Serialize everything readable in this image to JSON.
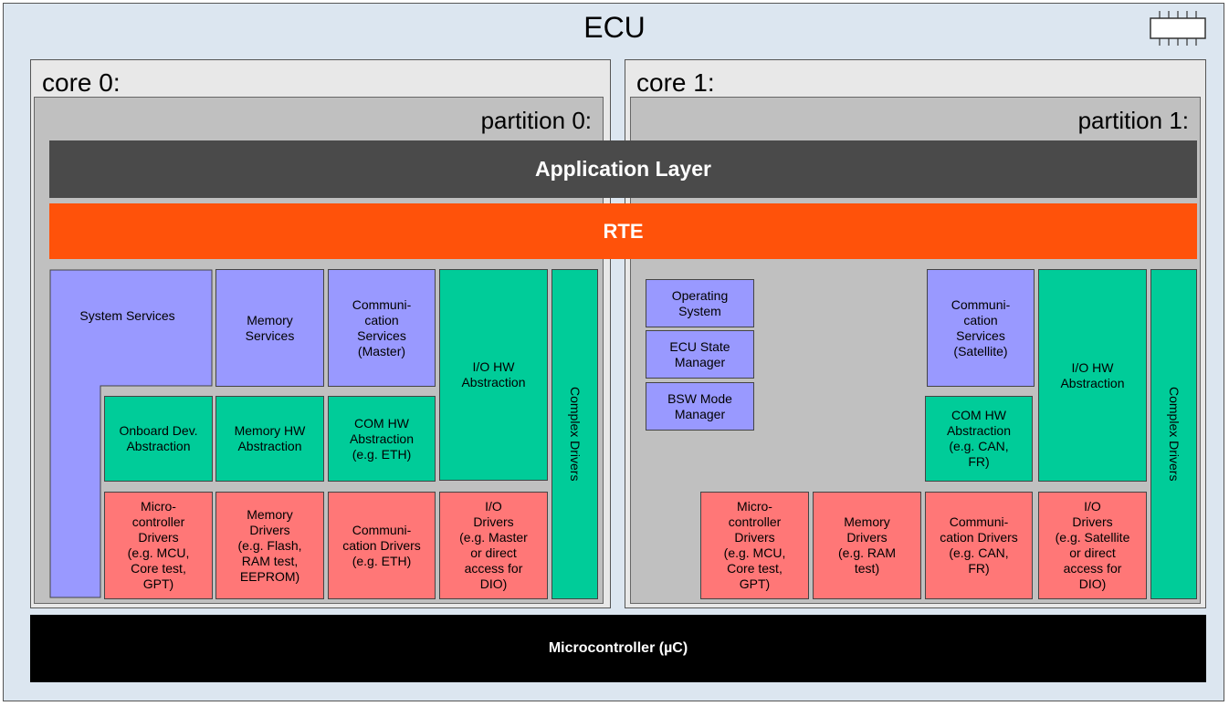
{
  "title": "ECU",
  "core0": {
    "title": "core 0:",
    "partition": "partition 0:"
  },
  "core1": {
    "title": "core 1:",
    "partition": "partition 1:"
  },
  "app_layer": "Application Layer",
  "rte": "RTE",
  "core0_boxes": {
    "system_services": "System Services",
    "memory_services": "Memory\nServices",
    "comm_services": "Communi-\ncation\nServices\n(Master)",
    "io_hw_abstraction": "I/O HW\nAbstraction",
    "complex_drivers": "Complex Drivers",
    "onboard_dev": "Onboard Dev.\nAbstraction",
    "memory_hw": "Memory HW\nAbstraction",
    "com_hw": "COM HW\nAbstraction\n(e.g. ETH)",
    "mcu_drivers": "Micro-\ncontroller\nDrivers\n(e.g. MCU,\nCore test,\nGPT)",
    "memory_drivers": "Memory\nDrivers\n(e.g. Flash,\nRAM test,\nEEPROM)",
    "comm_drivers": "Communi-\ncation Drivers\n(e.g. ETH)",
    "io_drivers": "I/O\nDrivers\n(e.g. Master\nor direct\naccess for\nDIO)"
  },
  "core1_boxes": {
    "os": "Operating\nSystem",
    "ecu_state": "ECU State\nManager",
    "bsw_mode": "BSW Mode\nManager",
    "comm_services": "Communi-\ncation\nServices\n(Satellite)",
    "io_hw_abstraction": "I/O HW\nAbstraction",
    "complex_drivers": "Complex Drivers",
    "com_hw": "COM HW\nAbstraction\n(e.g. CAN,\nFR)",
    "mcu_drivers": "Micro-\ncontroller\nDrivers\n(e.g. MCU,\nCore test,\nGPT)",
    "memory_drivers": "Memory\nDrivers\n(e.g. RAM\ntest)",
    "comm_drivers": "Communi-\ncation Drivers\n(e.g. CAN,\nFR)",
    "io_drivers": "I/O\nDrivers\n(e.g. Satellite\nor direct\naccess for\nDIO)"
  },
  "microcontroller": "Microcontroller (µC)",
  "colors": {
    "ecu_bg": "#dce6f0",
    "core_bg": "#e8e8e8",
    "partition_bg": "#c0c0c0",
    "app_layer": "#4a4a4a",
    "rte": "#ff520a",
    "services": "#9999ff",
    "hw_abstraction": "#00cc99",
    "drivers": "#ff7777",
    "microcontroller": "#000000"
  },
  "icons": {
    "chip": "chip-icon"
  }
}
